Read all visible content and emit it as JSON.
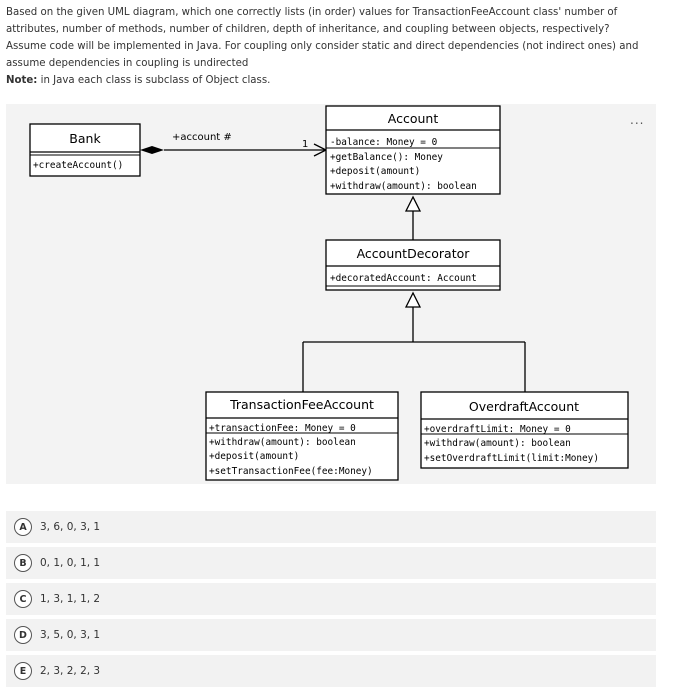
{
  "question": {
    "line1": "Based on the given UML diagram, which one correctly lists (in order) values for TransactionFeeAccount class' number of attributes, number of methods, number of children, depth of inheritance, and coupling between objects, respectively?",
    "line2": "Assume code will be implemented in Java. For coupling only consider static and direct dependencies (not indirect ones) and assume dependencies in coupling is undirected",
    "note_label": "Note:",
    "note_text": " in Java each class is subclass of Object class."
  },
  "diagram": {
    "bank": {
      "name": "Bank",
      "methods": [
        "+createAccount()"
      ]
    },
    "association": {
      "role": "+account #",
      "multiplicity": "1"
    },
    "account": {
      "name": "Account",
      "attributes": [
        "-balance: Money = 0"
      ],
      "methods": [
        "+getBalance(): Money",
        "+deposit(amount)",
        "+withdraw(amount): boolean"
      ]
    },
    "decorator": {
      "name": "AccountDecorator",
      "attributes": [
        "+decoratedAccount: Account"
      ]
    },
    "transaction": {
      "name": "TransactionFeeAccount",
      "attributes": [
        "+transactionFee: Money = 0"
      ],
      "methods": [
        "+withdraw(amount): boolean",
        "+deposit(amount)",
        "+setTransactionFee(fee:Money)"
      ]
    },
    "overdraft": {
      "name": "OverdraftAccount",
      "attributes": [
        "+overdraftLimit: Money = 0"
      ],
      "methods": [
        "+withdraw(amount): boolean",
        "+setOverdraftLimit(limit:Money)"
      ]
    }
  },
  "more_icon": "...",
  "options": [
    {
      "letter": "A",
      "text": "3, 6, 0, 3, 1"
    },
    {
      "letter": "B",
      "text": "0, 1, 0, 1, 1"
    },
    {
      "letter": "C",
      "text": "1, 3, 1, 1, 2"
    },
    {
      "letter": "D",
      "text": "3, 5, 0, 3, 1"
    },
    {
      "letter": "E",
      "text": "2, 3, 2, 2, 3"
    }
  ]
}
